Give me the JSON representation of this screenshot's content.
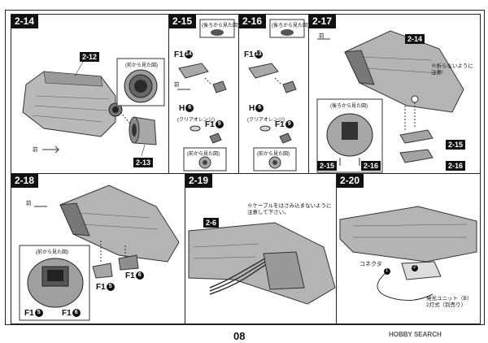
{
  "steps": {
    "s14": {
      "num": "2-14",
      "ref_top": "2-12",
      "ref_bottom": "2-13",
      "front": "前",
      "view_label": "(前から見た図)"
    },
    "s15": {
      "num": "2-15",
      "view_label": "(後ろから見た図)",
      "part1": "F1",
      "part1_no": "14",
      "front": "前",
      "part2": "H",
      "part2_no": "6",
      "part2_note": "(クリアオレンジ)",
      "part3": "F1",
      "part3_no": "9",
      "view_label2": "(前から見た図)"
    },
    "s16": {
      "num": "2-16",
      "view_label": "(後ろから見た図)",
      "part1": "F1",
      "part1_no": "13",
      "part2": "H",
      "part2_no": "6",
      "part2_note": "(クリアオレンジ)",
      "part3": "F1",
      "part3_no": "9",
      "view_label2": "(前から見た図)"
    },
    "s17": {
      "num": "2-17",
      "ref_top": "2-14",
      "front": "前",
      "note": "※折らないように注意!",
      "view_label": "(後ろから見た図)",
      "ref_a": "2-15",
      "ref_b": "2-16",
      "ref_c": "2-15",
      "ref_d": "2-16"
    },
    "s18": {
      "num": "2-18",
      "front": "前",
      "view_label": "(前から見た図)",
      "part_a": "F1",
      "part_a_no": "5",
      "part_b": "F1",
      "part_b_no": "6",
      "part_c": "F1",
      "part_c_no": "5",
      "part_d": "F1",
      "part_d_no": "6"
    },
    "s19": {
      "num": "2-19",
      "ref": "2-6",
      "note": "※ケーブルをはさみ込まないように注意して下さい。"
    },
    "s20": {
      "num": "2-20",
      "connector": "コネクタ",
      "mark1": "1",
      "mark2": "2",
      "unit_label": "発光ユニット（B） 2灯式（別売り）"
    }
  },
  "footer": {
    "page": "08",
    "logo": "HOBBY SEARCH"
  }
}
